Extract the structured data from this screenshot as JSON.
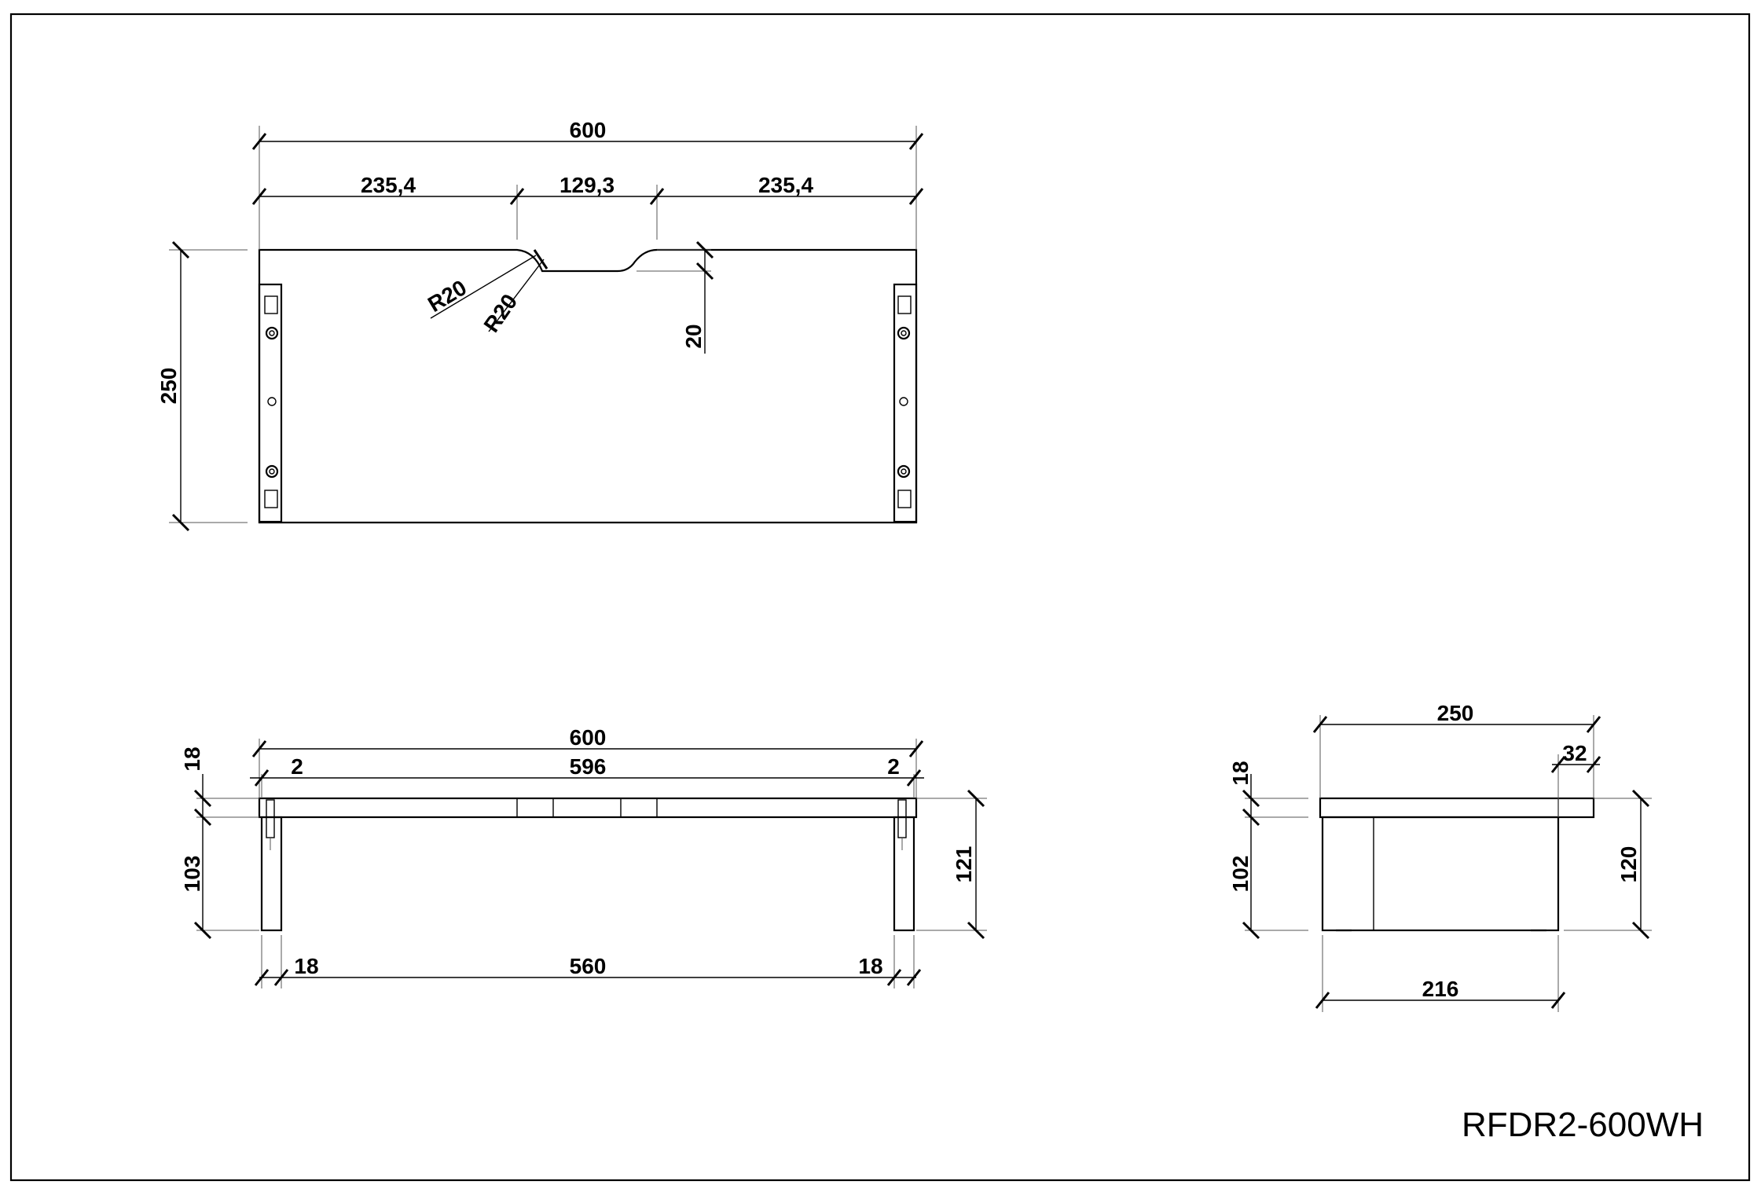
{
  "model_code": "RFDR2-600WH",
  "top_view": {
    "overall_width": "600",
    "left_segment": "235,4",
    "notch_width": "129,3",
    "right_segment": "235,4",
    "depth": "250",
    "radius_1": "R20",
    "radius_2": "R20",
    "notch_depth": "20"
  },
  "front_view": {
    "overall_width": "600",
    "inner_width": "596",
    "left_offset": "2",
    "right_offset": "2",
    "top_thickness": "18",
    "leg_height": "103",
    "total_height": "121",
    "left_leg": "18",
    "between_legs": "560",
    "right_leg": "18"
  },
  "side_view": {
    "depth": "250",
    "overhang": "32",
    "top_thickness": "18",
    "leg_height": "102",
    "total_height": "120",
    "base_depth": "216"
  }
}
